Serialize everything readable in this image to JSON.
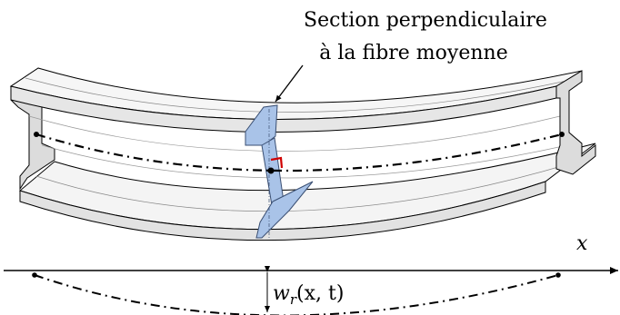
{
  "annotation": {
    "line1": "Section perpendiculaire",
    "line2": "à la fibre moyenne"
  },
  "labels": {
    "x_axis": "x",
    "deflection": "w",
    "deflection_sub": "r",
    "deflection_args": "(x, t)"
  },
  "colors": {
    "section_fill": "#a9c3e8",
    "section_stroke": "#3a4f73",
    "right_angle_marker": "#d00000",
    "beam_fill": "#ececec",
    "ink": "#000000"
  }
}
